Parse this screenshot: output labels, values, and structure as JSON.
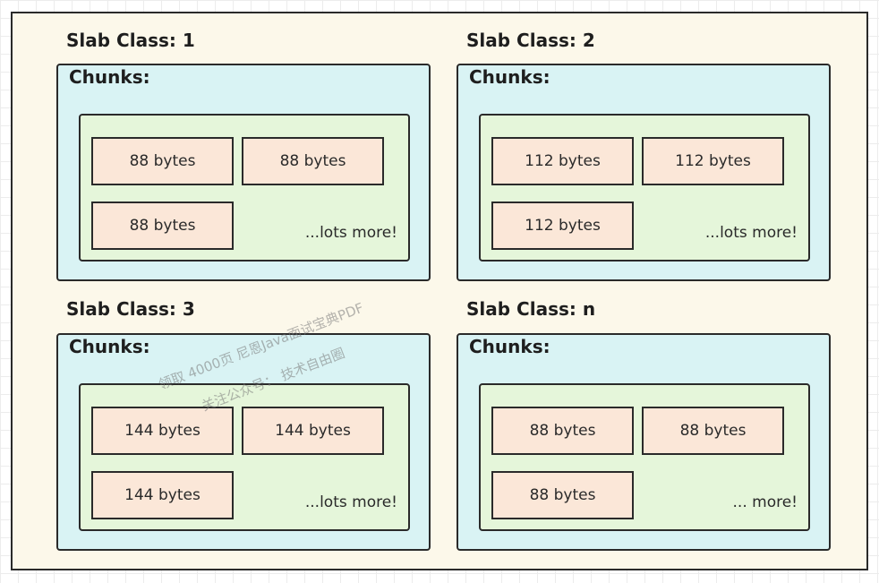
{
  "slabs": [
    {
      "title": "Slab Class: 1",
      "chunks_label": "Chunks:",
      "chunks": [
        "88 bytes",
        "88 bytes",
        "88 bytes"
      ],
      "more": "...lots more!"
    },
    {
      "title": "Slab Class: 2",
      "chunks_label": "Chunks:",
      "chunks": [
        "112 bytes",
        "112 bytes",
        "112 bytes"
      ],
      "more": "...lots more!"
    },
    {
      "title": "Slab Class: 3",
      "chunks_label": "Chunks:",
      "chunks": [
        "144 bytes",
        "144 bytes",
        "144 bytes"
      ],
      "more": "...lots more!"
    },
    {
      "title": "Slab Class: n",
      "chunks_label": "Chunks:",
      "chunks": [
        "88 bytes",
        "88 bytes",
        "88 bytes"
      ],
      "more": "... more!"
    }
  ],
  "watermark": {
    "line1": "领取 4000页 尼恩Java面试宝典PDF",
    "line2": "关注公众号：  技术自由圈"
  },
  "colors": {
    "outer_bg": "#fcf8ea",
    "chunks_bg": "#d9f3f4",
    "inner_bg": "#e5f6da",
    "chunk_bg": "#fbe7d8",
    "border": "#2a2a2a"
  }
}
